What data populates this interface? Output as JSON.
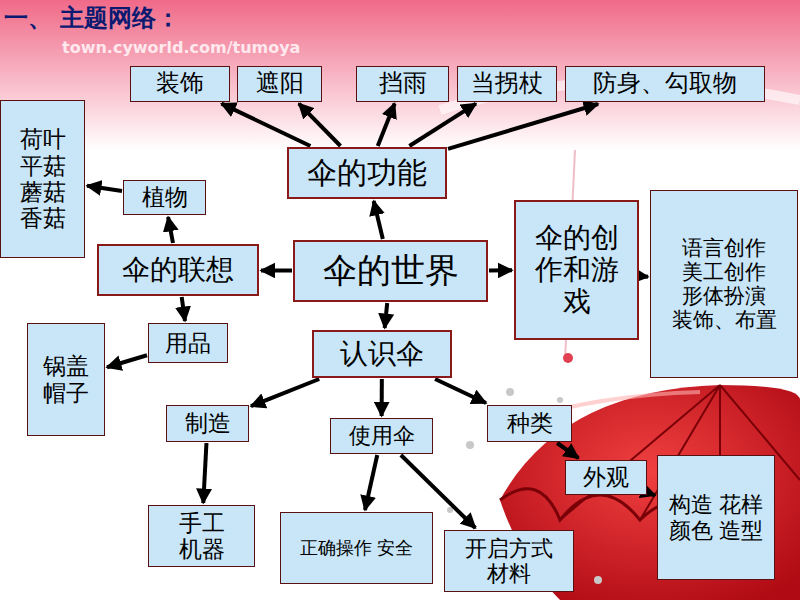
{
  "diagram": {
    "title": "一、 主题网络：",
    "nodes": [
      {
        "text": [
          "装饰"
        ]
      },
      {
        "text": [
          "遮阳"
        ]
      },
      {
        "text": [
          "挡雨"
        ]
      },
      {
        "text": [
          "当拐杖"
        ]
      },
      {
        "text": [
          "防身、勾取物"
        ]
      },
      {
        "text": [
          "伞的功能"
        ]
      },
      {
        "text": [
          "荷叶 平菇 蘑菇 香菇"
        ]
      },
      {
        "text": [
          "植物"
        ]
      },
      {
        "text": [
          "伞的联想"
        ]
      },
      {
        "text": [
          "伞的世界"
        ]
      },
      {
        "text": [
          "伞的创作和游戏"
        ]
      },
      {
        "text": [
          "语言创作 美工创作 形体扮演 装饰、布置"
        ]
      },
      {
        "text": [
          "用品"
        ]
      },
      {
        "text": [
          "认识伞"
        ]
      },
      {
        "text": [
          "锅盖 帽子"
        ]
      },
      {
        "text": [
          "制造"
        ]
      },
      {
        "text": [
          "使用伞"
        ]
      },
      {
        "text": [
          "种类"
        ]
      },
      {
        "text": [
          "外观"
        ]
      },
      {
        "text": [
          "构造 花样 颜色 造型"
        ]
      },
      {
        "text": [
          "手工 机器"
        ]
      },
      {
        "text": [
          "正确操作 安全"
        ]
      },
      {
        "text": [
          "开启方式 材料"
        ]
      }
    ],
    "edges": [
      {
        "from": 5,
        "to": 0,
        "arrow": "to"
      },
      {
        "from": 5,
        "to": 1,
        "arrow": "to"
      },
      {
        "from": 5,
        "to": 2,
        "arrow": "to"
      },
      {
        "from": 5,
        "to": 3,
        "arrow": "to"
      },
      {
        "from": 5,
        "to": 4,
        "arrow": "to"
      },
      {
        "from": 9,
        "to": 5,
        "arrow": "to"
      },
      {
        "from": 9,
        "to": 8,
        "arrow": "to"
      },
      {
        "from": 9,
        "to": 10,
        "arrow": "to"
      },
      {
        "from": 9,
        "to": 13,
        "arrow": "to"
      },
      {
        "from": 8,
        "to": 7,
        "arrow": "to"
      },
      {
        "from": 7,
        "to": 6,
        "arrow": "to"
      },
      {
        "from": 8,
        "to": 12,
        "arrow": "to"
      },
      {
        "from": 12,
        "to": 14,
        "arrow": "to"
      },
      {
        "from": 10,
        "to": 11,
        "arrow": "to"
      },
      {
        "from": 13,
        "to": 15,
        "arrow": "to"
      },
      {
        "from": 13,
        "to": 16,
        "arrow": "to"
      },
      {
        "from": 13,
        "to": 17,
        "arrow": "to"
      },
      {
        "from": 15,
        "to": 20,
        "arrow": "to"
      },
      {
        "from": 16,
        "to": 21,
        "arrow": "to"
      },
      {
        "from": 16,
        "to": 22,
        "arrow": "to"
      },
      {
        "from": 17,
        "to": 18,
        "arrow": "to"
      },
      {
        "from": 18,
        "to": 19,
        "arrow": "to"
      }
    ],
    "labels": [
      "town.cyworld.com/tumoya"
    ]
  }
}
